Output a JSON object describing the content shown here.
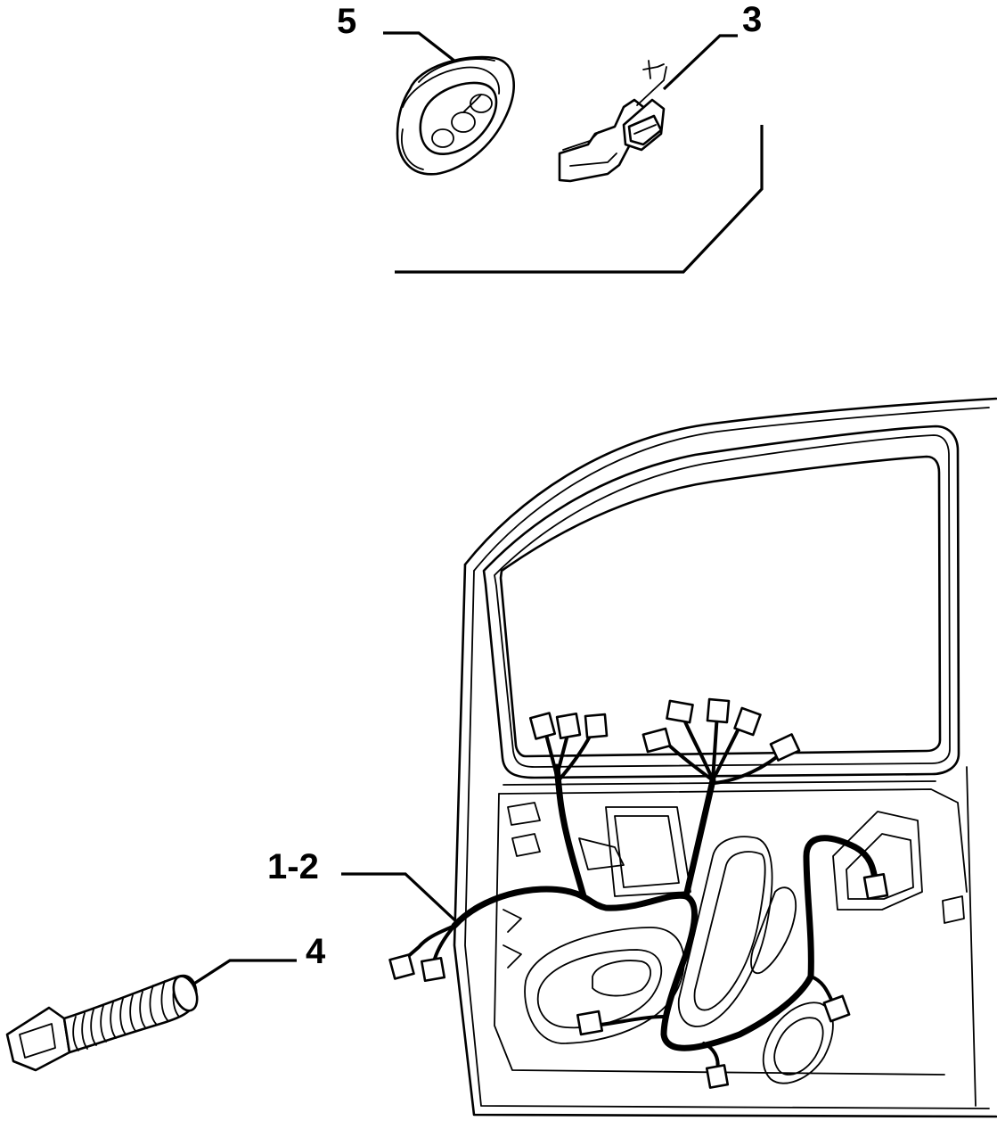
{
  "callouts": {
    "part_5": "5",
    "part_3": "3",
    "part_1_2": "1-2",
    "part_4": "4"
  }
}
